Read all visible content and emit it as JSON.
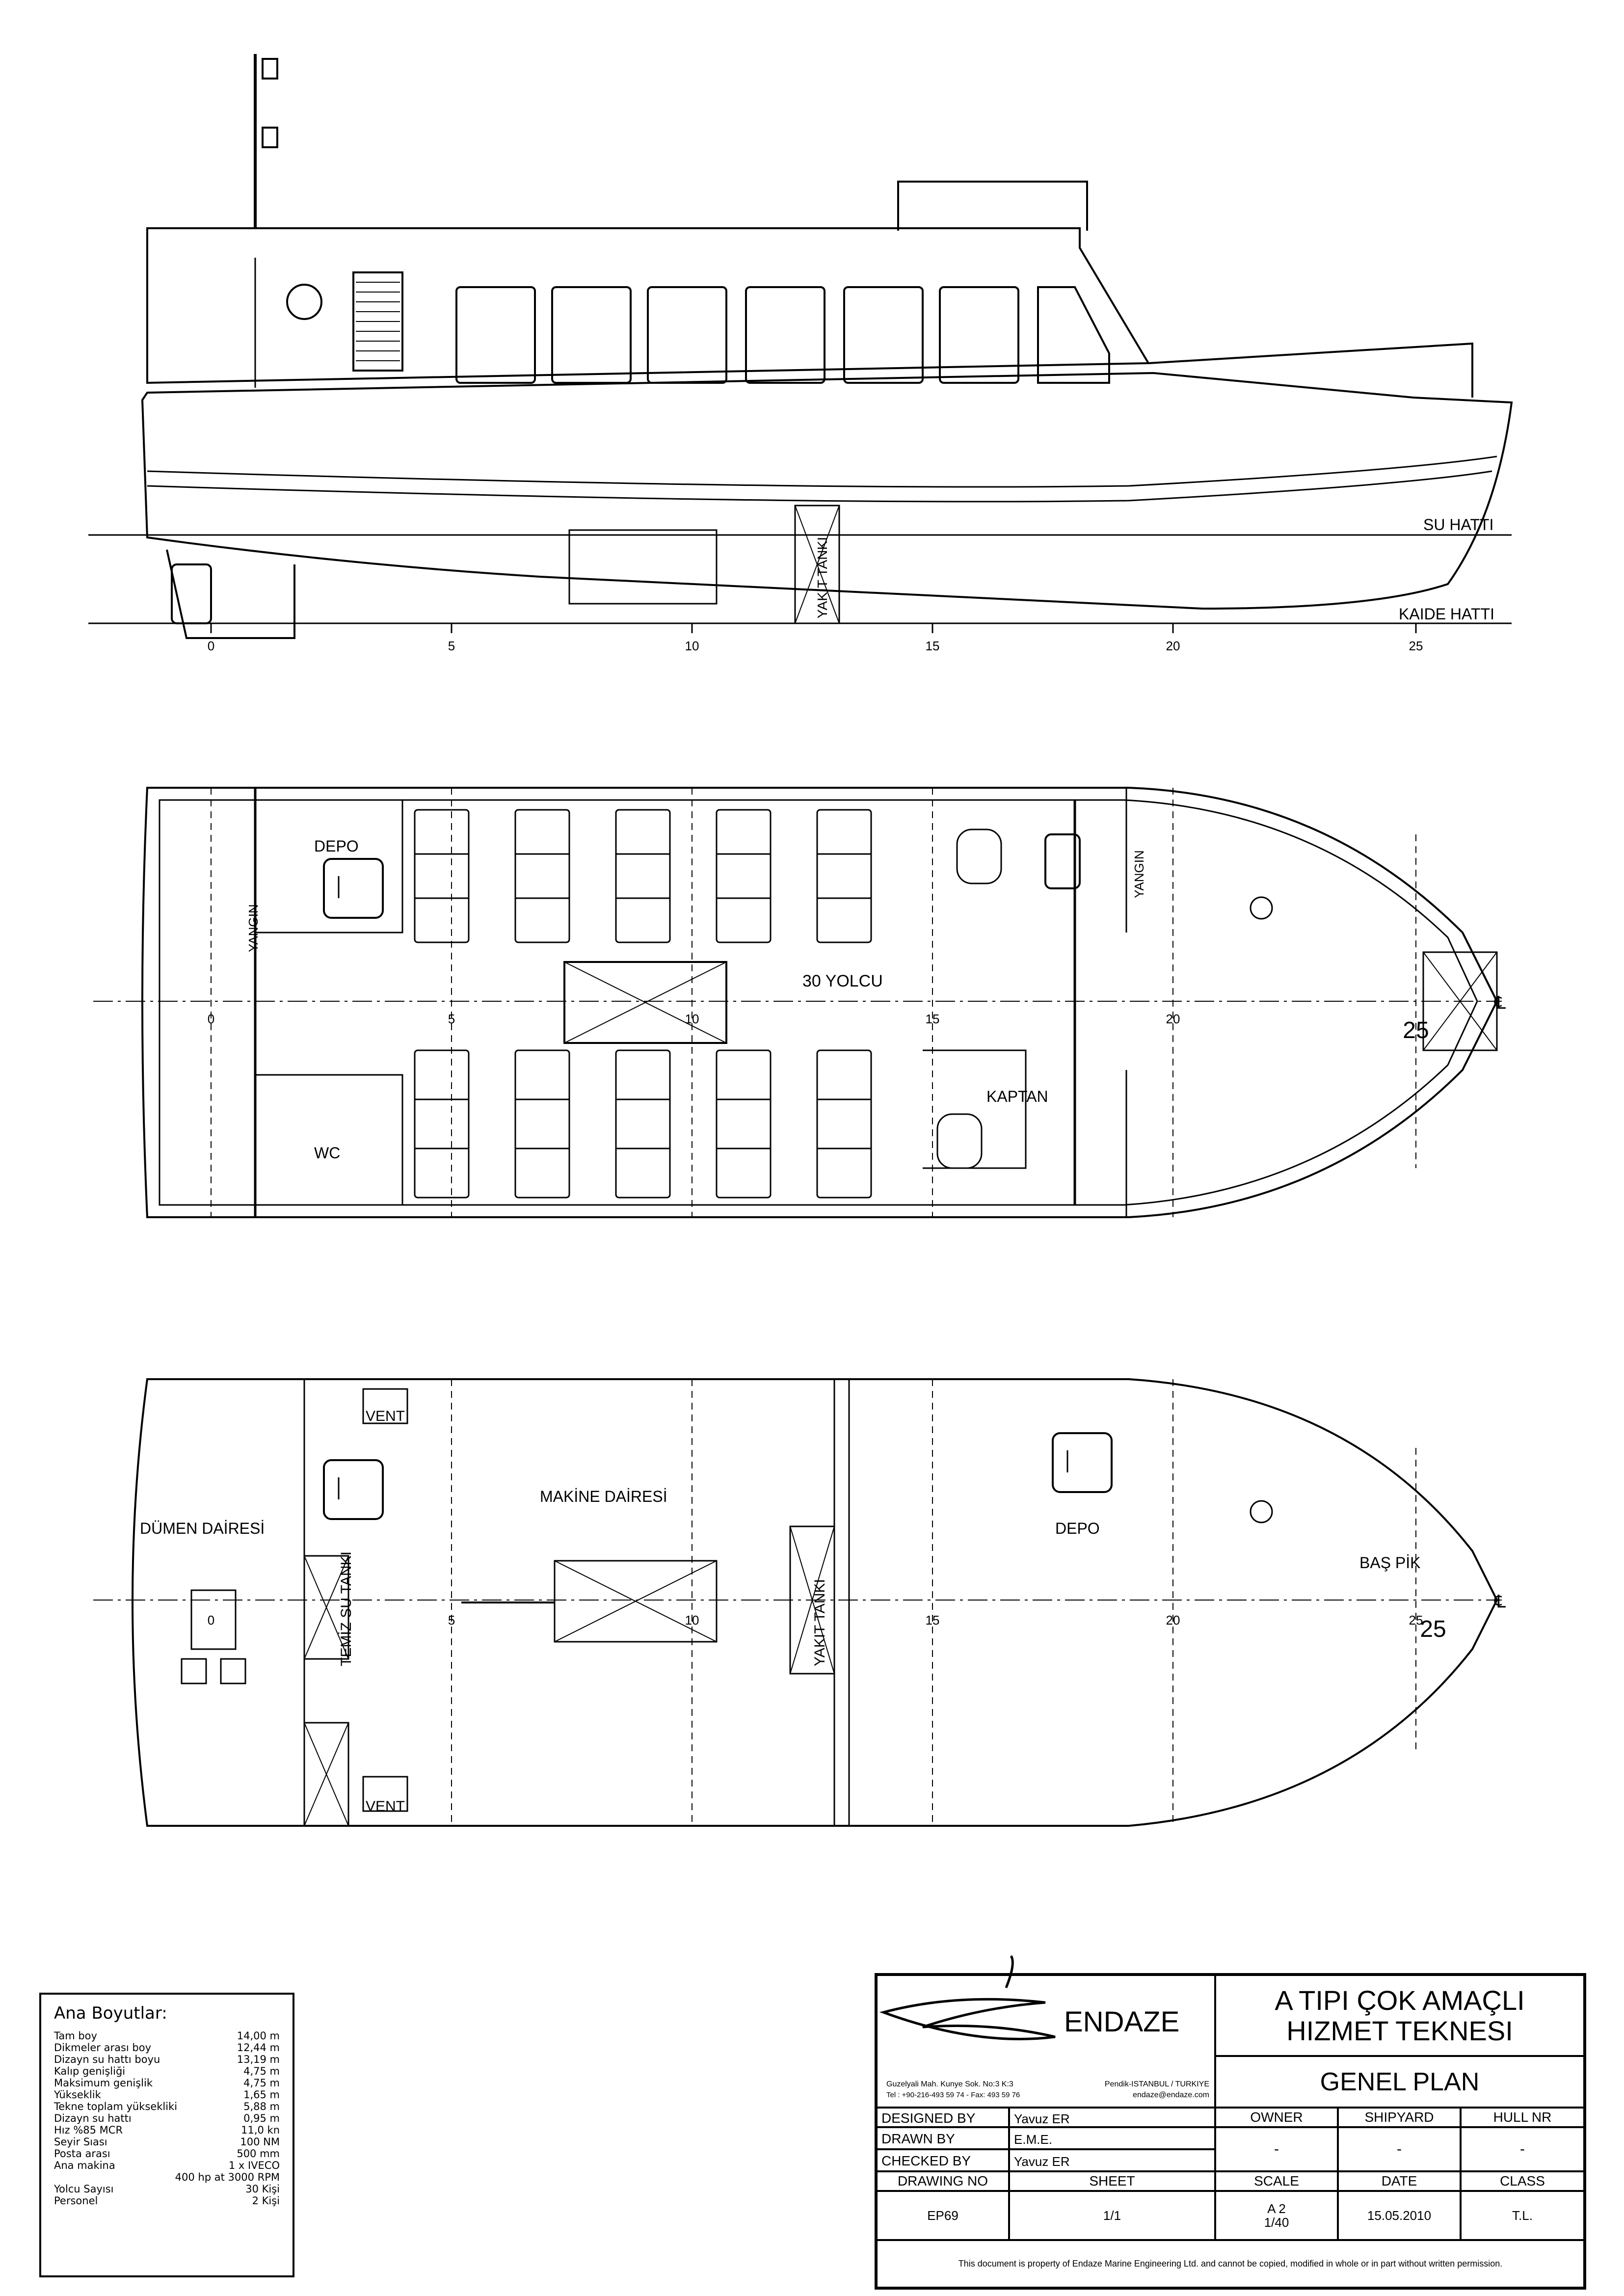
{
  "profile": {
    "waterline_label": "SU HATTI",
    "baseline_label": "KAIDE HATTI",
    "tank_label": "YAKIT TANKI",
    "station_labels": [
      "0",
      "5",
      "10",
      "15",
      "20",
      "25"
    ]
  },
  "main_deck": {
    "depo": "DEPO",
    "wc": "WC",
    "yangin_aft": "YANGIN",
    "yangin_fwd": "YANGIN",
    "passengers": "30 YOLCU",
    "kaptan": "KAPTAN",
    "centerline": "℄",
    "station_labels": [
      "0",
      "5",
      "10",
      "15",
      "20",
      "25"
    ],
    "bow_station": "25"
  },
  "lower_deck": {
    "dumen": "DÜMEN DAİRESİ",
    "makine": "MAKİNE DAİRESİ",
    "depo": "DEPO",
    "bas_pik": "BAŞ PİK",
    "vent_top": "VENT",
    "vent_bottom": "VENT",
    "temiz_su": "TEMİZ SU TANKI",
    "yakit": "YAKIT TANKI",
    "centerline": "℄",
    "station_labels": [
      "0",
      "5",
      "10",
      "15",
      "20",
      "25"
    ],
    "bow_station": "25"
  },
  "dimensions": {
    "title": "Ana Boyutlar:",
    "rows": [
      {
        "k": "Tam boy",
        "v": "14,00 m"
      },
      {
        "k": "Dikmeler arası boy",
        "v": "12,44 m"
      },
      {
        "k": "Dizayn su hattı boyu",
        "v": "13,19 m"
      },
      {
        "k": "Kalıp genişliği",
        "v": "4,75 m"
      },
      {
        "k": "Maksimum genişlik",
        "v": "4,75 m"
      },
      {
        "k": "Yükseklik",
        "v": "1,65 m"
      },
      {
        "k": "Tekne toplam yüksekliki",
        "v": "5,88 m"
      },
      {
        "k": "Dizayn su hattı",
        "v": "0,95 m"
      },
      {
        "k": "Hız %85 MCR",
        "v": "11,0 kn"
      },
      {
        "k": "Seyir Sıası",
        "v": "100 NM"
      },
      {
        "k": "Posta arası",
        "v": "500 mm"
      },
      {
        "k": "Ana makina",
        "v": "1 x IVECO"
      },
      {
        "k": "",
        "v": "400 hp at 3000 RPM"
      },
      {
        "k": "Yolcu Sayısı",
        "v": "30 Kişi"
      },
      {
        "k": "Personel",
        "v": "2 Kişi"
      }
    ]
  },
  "title_block": {
    "company": "ENDAZE",
    "address1": "Guzelyali Mah. Kunye Sok. No:3 K:3",
    "address2": "Pendik-ISTANBUL / TURKIYE",
    "phone": "Tel : +90-216-493 59 74 - Fax: 493 59 76",
    "email": "endaze@endaze.com",
    "title_line1": "A TIPI ÇOK AMAÇLI",
    "title_line2": "HIZMET TEKNESI",
    "drawing_title": "GENEL PLAN",
    "designed_by_label": "DESIGNED BY",
    "designed_by": "Yavuz ER",
    "drawn_by_label": "DRAWN BY",
    "drawn_by": "E.M.E.",
    "checked_by_label": "CHECKED BY",
    "checked_by": "Yavuz ER",
    "owner_label": "OWNER",
    "owner": "-",
    "shipyard_label": "SHIPYARD",
    "shipyard": "-",
    "hull_nr_label": "HULL NR",
    "hull_nr": "-",
    "drawing_no_label": "DRAWING NO",
    "drawing_no": "EP69",
    "sheet_label": "SHEET",
    "sheet": "1/1",
    "scale_label": "SCALE",
    "scale_line1": "A 2",
    "scale_line2": "1/40",
    "date_label": "DATE",
    "date": "15.05.2010",
    "class_label": "CLASS",
    "class": "T.L.",
    "footer": "This document is property of  Endaze Marine Engineering Ltd. and cannot be copied, modified in whole or in part without written permission."
  }
}
